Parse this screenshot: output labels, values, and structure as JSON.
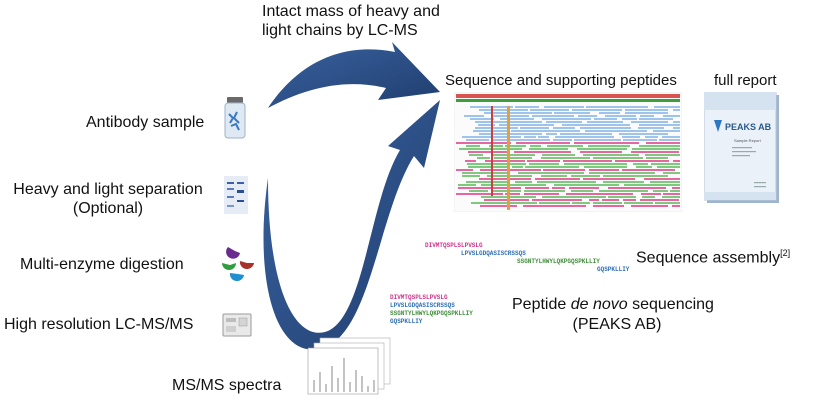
{
  "title_top_line1": "Intact mass of heavy and",
  "title_top_line2": "light chains by LC-MS",
  "steps": {
    "antibody": "Antibody sample",
    "separation_line1": "Heavy and light separation",
    "separation_line2": "(Optional)",
    "digestion": "Multi-enzyme digestion",
    "lcmsms": "High resolution LC-MS/MS",
    "spectra": "MS/MS spectra"
  },
  "outputs": {
    "sequence_peptides": "Sequence and supporting peptides",
    "full_report": "full report",
    "report_brand": "PEAKS AB",
    "report_subtitle": "Sample Report",
    "assembly": "Sequence assembly",
    "assembly_ref": "[2]",
    "denovo_prefix": "Peptide ",
    "denovo_italic": "de novo",
    "denovo_suffix": " sequencing",
    "denovo_line2": "(PEAKS AB)"
  },
  "assembly_peptides": [
    {
      "text": "DIVMTQSPLSLPVSLG",
      "color": "#d0338a"
    },
    {
      "text": "LPVSLGDQASISCRSSQS",
      "color": "#2f6fb5"
    },
    {
      "text": "SSGNTYLHWYLQKPGQSPKLLIY",
      "color": "#3f8f3a"
    },
    {
      "text": "GQSPKLLIY",
      "color": "#2f6fb5"
    }
  ],
  "denovo_peptides": [
    {
      "text": "DIVMTQSPLSLPVSLG",
      "color": "#d0338a"
    },
    {
      "text": "LPVSLGDQASISCRSSQS",
      "color": "#2f6fb5"
    },
    {
      "text": "SSGNTYLHWYLQKPGQSPKLLIY",
      "color": "#3f8f3a"
    },
    {
      "text": "GQSPKLLIY",
      "color": "#2f6fb5"
    }
  ],
  "colors": {
    "arrow": "#2b4f86",
    "arrow_dark": "#1d3a68",
    "seq_red": "#d9534f",
    "seq_green": "#3e9e3a",
    "seq_blue": "#5a8fd0",
    "seq_pink": "#e8669e",
    "seq_light_green": "#7fc97f",
    "seq_light_blue": "#9fc4ec"
  }
}
